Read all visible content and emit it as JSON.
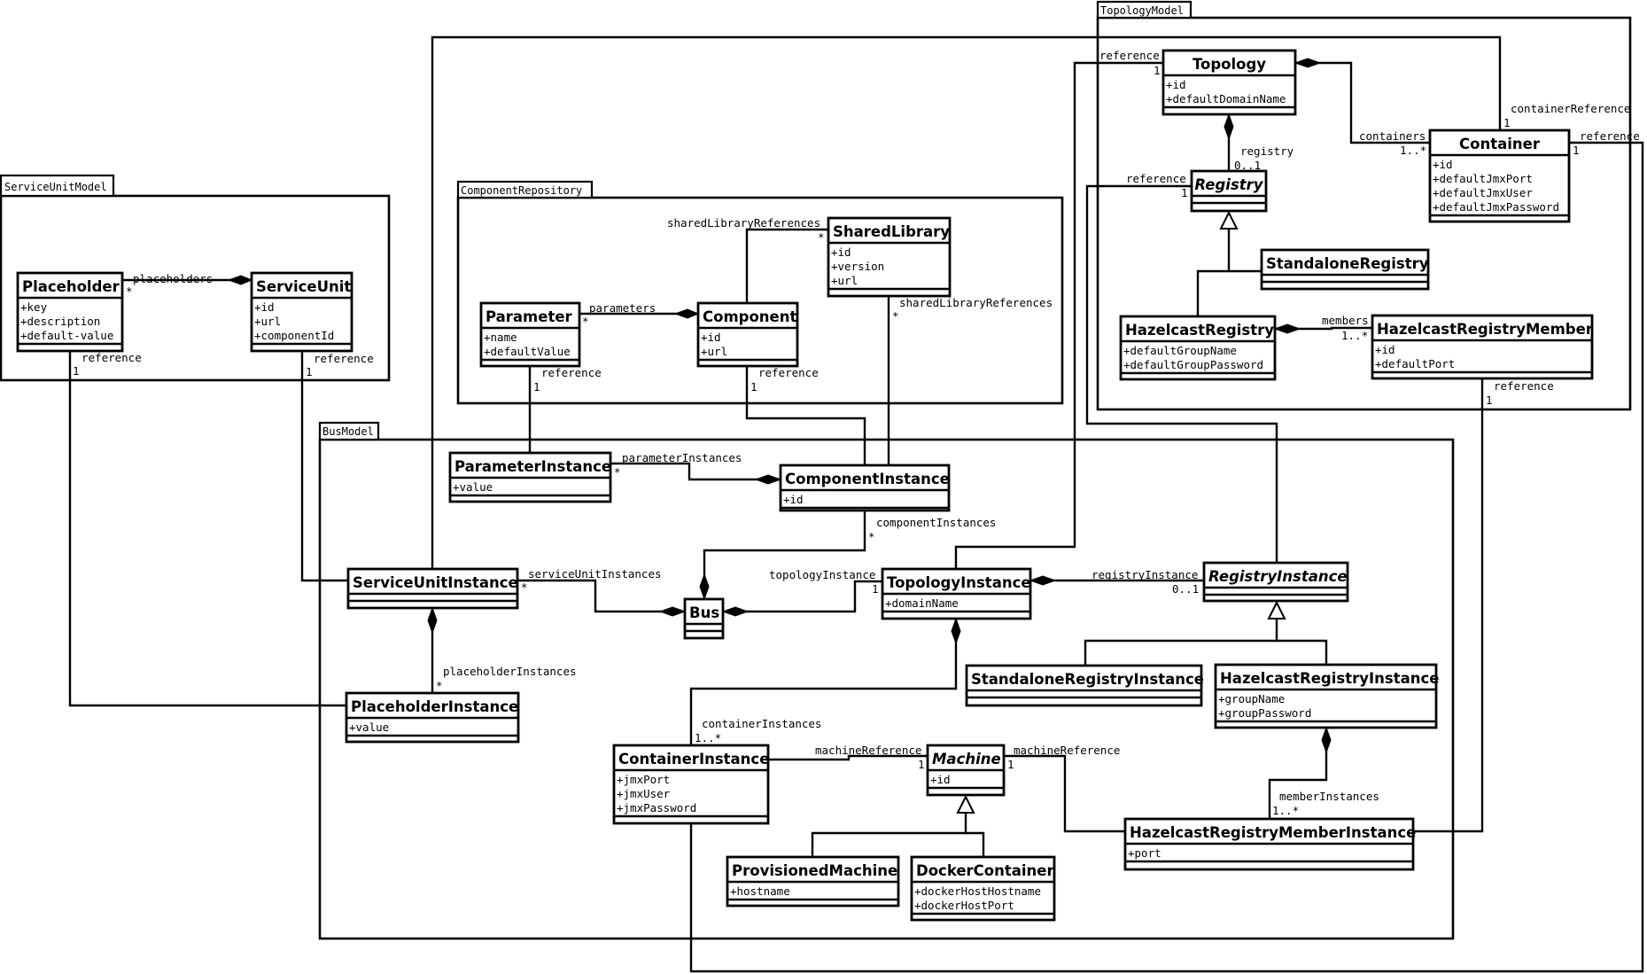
{
  "packages": {
    "serviceUnitModel": "ServiceUnitModel",
    "componentRepository": "ComponentRepository",
    "topologyModel": "TopologyModel",
    "busModel": "BusModel"
  },
  "classes": {
    "placeholder": {
      "name": "Placeholder",
      "attrs": [
        "+key",
        "+description",
        "+default-value"
      ]
    },
    "serviceUnit": {
      "name": "ServiceUnit",
      "attrs": [
        "+id",
        "+url",
        "+componentId"
      ]
    },
    "parameter": {
      "name": "Parameter",
      "attrs": [
        "+name",
        "+defaultValue"
      ]
    },
    "component": {
      "name": "Component",
      "attrs": [
        "+id",
        "+url"
      ]
    },
    "sharedLibrary": {
      "name": "SharedLibrary",
      "attrs": [
        "+id",
        "+version",
        "+url"
      ]
    },
    "topology": {
      "name": "Topology",
      "attrs": [
        "+id",
        "+defaultDomainName"
      ]
    },
    "registry": {
      "name": "Registry",
      "attrs": []
    },
    "container": {
      "name": "Container",
      "attrs": [
        "+id",
        "+defaultJmxPort",
        "+defaultJmxUser",
        "+defaultJmxPassword"
      ]
    },
    "standaloneRegistry": {
      "name": "StandaloneRegistry",
      "attrs": []
    },
    "hazelcastRegistry": {
      "name": "HazelcastRegistry",
      "attrs": [
        "+defaultGroupName",
        "+defaultGroupPassword"
      ]
    },
    "hazelcastRegistryMember": {
      "name": "HazelcastRegistryMember",
      "attrs": [
        "+id",
        "+defaultPort"
      ]
    },
    "parameterInstance": {
      "name": "ParameterInstance",
      "attrs": [
        "+value"
      ]
    },
    "componentInstance": {
      "name": "ComponentInstance",
      "attrs": [
        "+id"
      ]
    },
    "serviceUnitInstance": {
      "name": "ServiceUnitInstance",
      "attrs": []
    },
    "bus": {
      "name": "Bus",
      "attrs": []
    },
    "topologyInstance": {
      "name": "TopologyInstance",
      "attrs": [
        "+domainName"
      ]
    },
    "registryInstance": {
      "name": "RegistryInstance",
      "attrs": []
    },
    "placeholderInstance": {
      "name": "PlaceholderInstance",
      "attrs": [
        "+value"
      ]
    },
    "standaloneRegistryInstance": {
      "name": "StandaloneRegistryInstance",
      "attrs": []
    },
    "hazelcastRegistryInstance": {
      "name": "HazelcastRegistryInstance",
      "attrs": [
        "+groupName",
        "+groupPassword"
      ]
    },
    "containerInstance": {
      "name": "ContainerInstance",
      "attrs": [
        "+jmxPort",
        "+jmxUser",
        "+jmxPassword"
      ]
    },
    "machine": {
      "name": "Machine",
      "attrs": [
        "+id"
      ]
    },
    "provisionedMachine": {
      "name": "ProvisionedMachine",
      "attrs": [
        "+hostname"
      ]
    },
    "dockerContainer": {
      "name": "DockerContainer",
      "attrs": [
        "+dockerHostHostname",
        "+dockerHostPort"
      ]
    },
    "hazelcastRegistryMemberInstance": {
      "name": "HazelcastRegistryMemberInstance",
      "attrs": [
        "+port"
      ]
    }
  },
  "labels": {
    "placeholders": "placeholders",
    "star": "*",
    "one": "1",
    "zeroOne": "0..1",
    "oneMany": "1..*",
    "reference": "reference",
    "parameters": "parameters",
    "sharedLibraryReferences": "sharedLibraryReferences",
    "registry": "registry",
    "containers": "containers",
    "containerReference": "containerReference",
    "members": "members",
    "parameterInstances": "parameterInstances",
    "componentInstances": "componentInstances",
    "serviceUnitInstances": "serviceUnitInstances",
    "topologyInstance": "topologyInstance",
    "registryInstance": "registryInstance",
    "placeholderInstances": "placeholderInstances",
    "containerInstances": "containerInstances",
    "machineReference": "machineReference",
    "memberInstances": "memberInstances"
  }
}
